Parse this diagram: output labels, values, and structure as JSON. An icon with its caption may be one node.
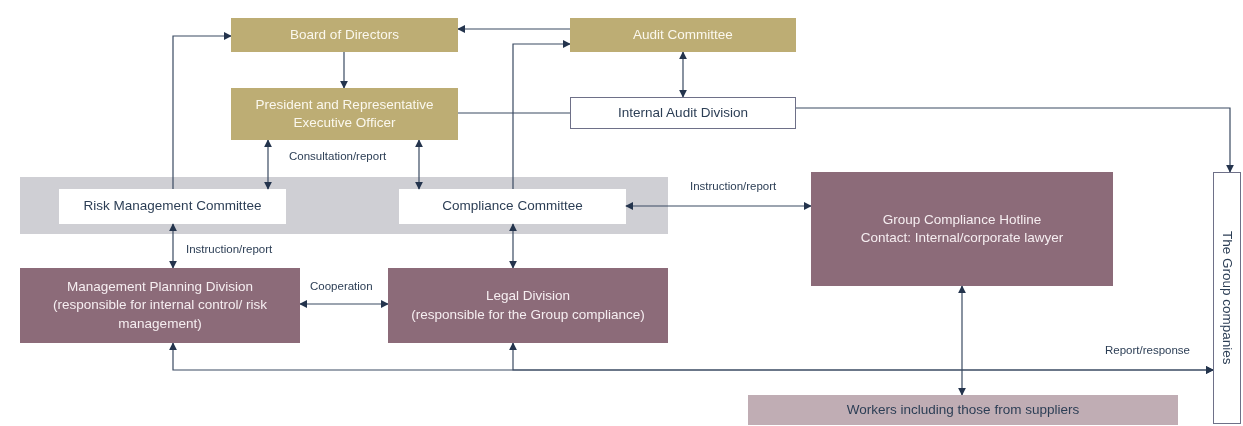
{
  "diagram": {
    "nodes": [
      {
        "text": [],
        "shape": "box"
      },
      {
        "text": [
          "Board of Directors"
        ]
      },
      {
        "text": [
          "Audit Committee"
        ]
      },
      {
        "text": [
          "President and Representative Executive Officer"
        ]
      },
      {
        "text": [
          "Internal Audit Division"
        ]
      },
      {
        "text": [
          "Risk Management Committee"
        ],
        "in": 0
      },
      {
        "text": [
          "Compliance Committee"
        ],
        "in": 0
      },
      {
        "text": [
          "Group Compliance Hotline",
          "Contact: Internal/corporate lawyer"
        ]
      },
      {
        "text": [
          "Management Planning Division",
          "(responsible for internal control/ risk management)"
        ]
      },
      {
        "text": [
          "Legal Division",
          "(responsible for the Group compliance)"
        ]
      },
      {
        "text": [
          "The Group companies"
        ]
      },
      {
        "text": [
          "Workers including those from suppliers"
        ]
      }
    ],
    "edges": [
      {
        "from": 5,
        "to": 1,
        "arrow": "to"
      },
      {
        "from": 2,
        "to": 1,
        "arrow": "to"
      },
      {
        "from": 6,
        "to": 2,
        "arrow": "to"
      },
      {
        "from": 1,
        "to": 3,
        "arrow": "to"
      },
      {
        "from": 2,
        "to": 4,
        "arrow": "both"
      },
      {
        "from": 3,
        "to": 4,
        "arrow": "none"
      },
      {
        "from": 3,
        "to": 5,
        "arrow": "both",
        "label": "Consultation/report"
      },
      {
        "from": 3,
        "to": 6,
        "arrow": "both"
      },
      {
        "from": 4,
        "to": 10,
        "arrow": "to"
      },
      {
        "from": 6,
        "to": 7,
        "arrow": "both",
        "label": "Instruction/report"
      },
      {
        "from": 5,
        "to": 8,
        "arrow": "both",
        "label": "Instruction/report"
      },
      {
        "from": 6,
        "to": 9,
        "arrow": "both"
      },
      {
        "from": 8,
        "to": 9,
        "arrow": "both",
        "label": "Cooperation"
      },
      {
        "from": 8,
        "to": 10,
        "arrow": "both",
        "label": "Report/response"
      },
      {
        "from": 9,
        "to": 10,
        "arrow": "both"
      },
      {
        "from": 7,
        "to": 11,
        "arrow": "both"
      }
    ]
  }
}
